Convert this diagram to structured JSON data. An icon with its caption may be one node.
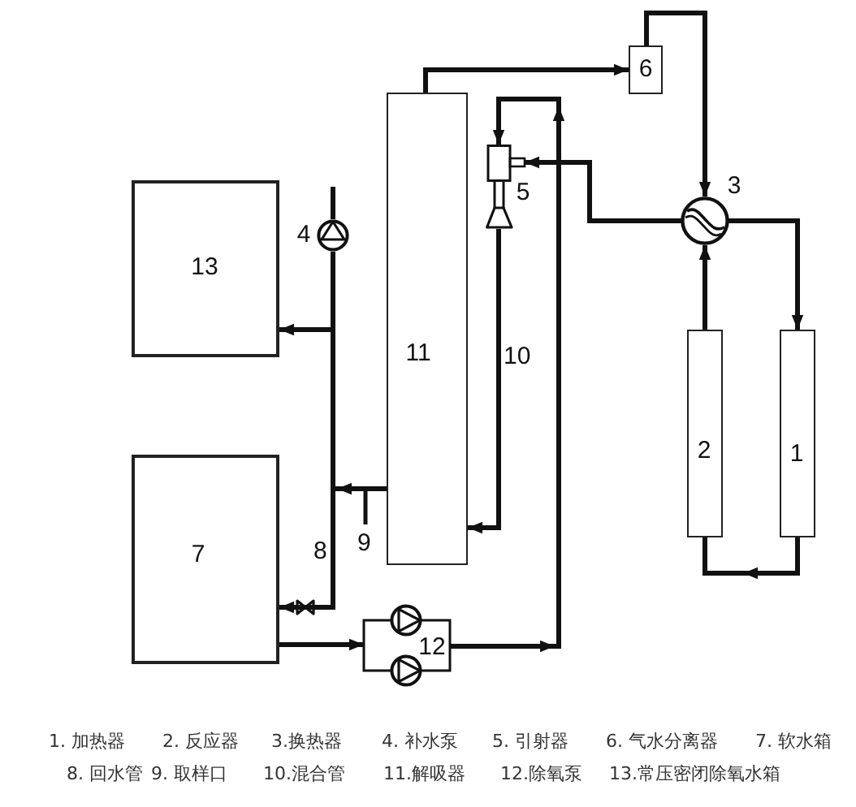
{
  "diagram": {
    "nodes": [
      {
        "text": [
          "13"
        ]
      },
      {
        "text": [
          "4"
        ]
      },
      {
        "text": [
          "11"
        ]
      },
      {
        "text": [
          "5"
        ]
      },
      {
        "text": [
          "6"
        ]
      },
      {
        "text": [
          "3"
        ]
      },
      {
        "text": [
          "2"
        ]
      },
      {
        "text": [
          "1"
        ]
      },
      {
        "text": [
          "7"
        ]
      },
      {
        "text": [
          "12"
        ]
      }
    ],
    "edges": [
      {
        "from": 2,
        "to": 4,
        "arrow": "to"
      },
      {
        "from": 4,
        "to": 5,
        "arrow": "to"
      },
      {
        "from": 5,
        "to": 7,
        "arrow": "to"
      },
      {
        "from": 7,
        "to": 6,
        "arrow": "to"
      },
      {
        "from": 6,
        "to": 5,
        "arrow": "to"
      },
      {
        "from": 5,
        "to": 3,
        "arrow": "to"
      },
      {
        "from": 8,
        "to": 9,
        "arrow": "to"
      },
      {
        "from": 9,
        "to": 3,
        "arrow": "to"
      },
      {
        "from": 3,
        "to": 2,
        "arrow": "to"
      },
      {
        "from": 2,
        "to": 0,
        "arrow": "to"
      },
      {
        "from": 2,
        "to": 8,
        "arrow": "to"
      },
      {
        "from": null,
        "to": 1,
        "arrow": "none"
      },
      {
        "from": 1,
        "to": 0,
        "arrow": "to"
      },
      {
        "from": 1,
        "to": 8,
        "arrow": "to"
      }
    ],
    "labels": [
      "10",
      "8",
      "9",
      "1. 加热器",
      "2. 反应器",
      "3.换热器",
      "4. 补水泵",
      "5. 引射器",
      "6. 气水分离器",
      "7. 软水箱",
      "8. 回水管",
      "9. 取样口",
      "10.混合管",
      "11.解吸器",
      "12.除氧泵",
      "13.常压密闭除氧水箱"
    ]
  }
}
